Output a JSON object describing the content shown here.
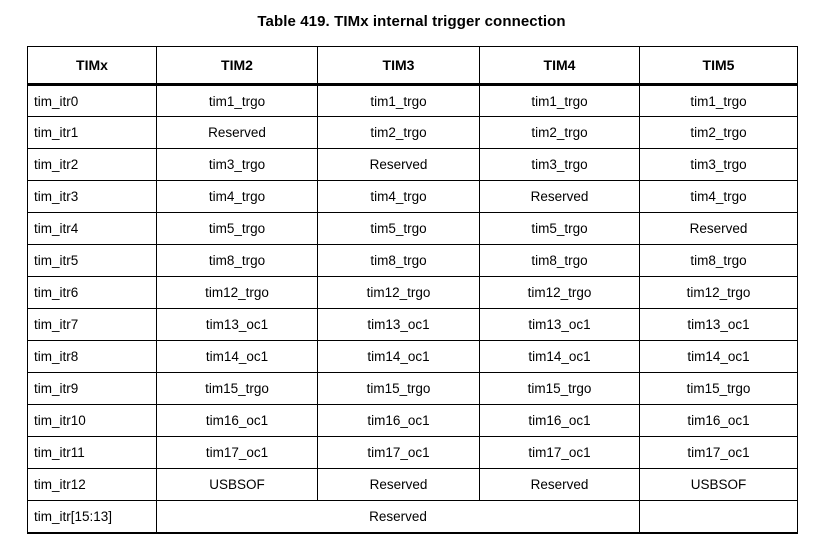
{
  "title": "Table 419. TIMx internal trigger connection",
  "table": {
    "columns": [
      "TIMx",
      "TIM2",
      "TIM3",
      "TIM4",
      "TIM5"
    ],
    "rows": [
      {
        "cells": [
          "tim_itr0",
          "tim1_trgo",
          "tim1_trgo",
          "tim1_trgo",
          "tim1_trgo"
        ]
      },
      {
        "cells": [
          "tim_itr1",
          "Reserved",
          "tim2_trgo",
          "tim2_trgo",
          "tim2_trgo"
        ]
      },
      {
        "cells": [
          "tim_itr2",
          "tim3_trgo",
          "Reserved",
          "tim3_trgo",
          "tim3_trgo"
        ]
      },
      {
        "cells": [
          "tim_itr3",
          "tim4_trgo",
          "tim4_trgo",
          "Reserved",
          "tim4_trgo"
        ]
      },
      {
        "cells": [
          "tim_itr4",
          "tim5_trgo",
          "tim5_trgo",
          "tim5_trgo",
          "Reserved"
        ]
      },
      {
        "cells": [
          "tim_itr5",
          "tim8_trgo",
          "tim8_trgo",
          "tim8_trgo",
          "tim8_trgo"
        ]
      },
      {
        "cells": [
          "tim_itr6",
          "tim12_trgo",
          "tim12_trgo",
          "tim12_trgo",
          "tim12_trgo"
        ]
      },
      {
        "cells": [
          "tim_itr7",
          "tim13_oc1",
          "tim13_oc1",
          "tim13_oc1",
          "tim13_oc1"
        ]
      },
      {
        "cells": [
          "tim_itr8",
          "tim14_oc1",
          "tim14_oc1",
          "tim14_oc1",
          "tim14_oc1"
        ]
      },
      {
        "cells": [
          "tim_itr9",
          "tim15_trgo",
          "tim15_trgo",
          "tim15_trgo",
          "tim15_trgo"
        ]
      },
      {
        "cells": [
          "tim_itr10",
          "tim16_oc1",
          "tim16_oc1",
          "tim16_oc1",
          "tim16_oc1"
        ]
      },
      {
        "cells": [
          "tim_itr11",
          "tim17_oc1",
          "tim17_oc1",
          "tim17_oc1",
          "tim17_oc1"
        ]
      },
      {
        "cells": [
          "tim_itr12",
          "USBSOF",
          "Reserved",
          "Reserved",
          "USBSOF"
        ]
      }
    ],
    "merged_row": {
      "label": "tim_itr[15:13]",
      "merged_value": "Reserved",
      "trailing_cell": ""
    }
  }
}
